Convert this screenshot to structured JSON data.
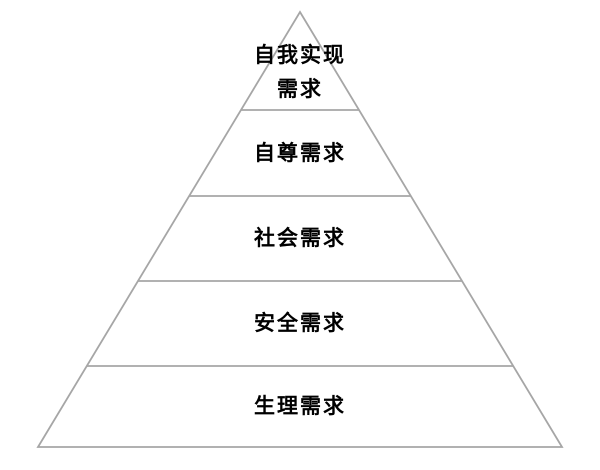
{
  "pyramid": {
    "diagram_type": "pyramid-hierarchy",
    "stroke_color": "#a6a6a6",
    "background_color": "#ffffff",
    "text_color": "#000000",
    "levels": [
      {
        "lines": [
          "自我实现",
          "需求"
        ]
      },
      {
        "lines": [
          "自尊需求"
        ]
      },
      {
        "lines": [
          "社会需求"
        ]
      },
      {
        "lines": [
          "安全需求"
        ]
      },
      {
        "lines": [
          "生理需求"
        ]
      }
    ]
  }
}
